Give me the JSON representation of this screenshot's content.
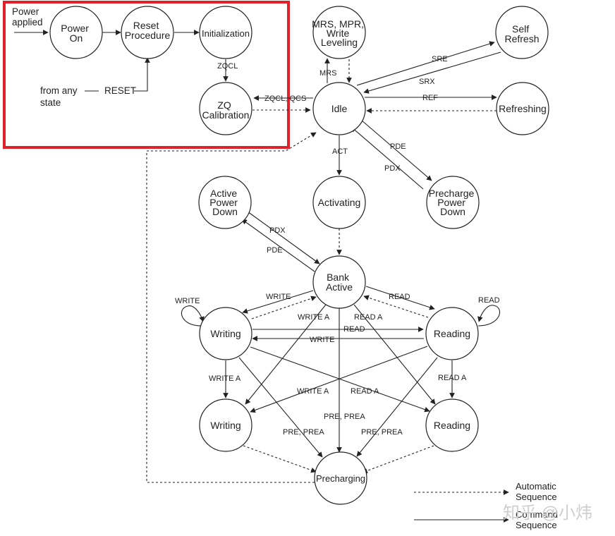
{
  "states": {
    "power_on": [
      "Power",
      "On"
    ],
    "reset_procedure": [
      "Reset",
      "Procedure"
    ],
    "initialization": [
      "Initialization"
    ],
    "zq_calibration": [
      "ZQ",
      "Calibration"
    ],
    "mrs": [
      "MRS, MPR,",
      "Write",
      "Leveling"
    ],
    "self_refresh": [
      "Self",
      "Refresh"
    ],
    "idle": [
      "Idle"
    ],
    "refreshing": [
      "Refreshing"
    ],
    "active_power_down": [
      "Active",
      "Power",
      "Down"
    ],
    "activating": [
      "Activating"
    ],
    "precharge_power_down": [
      "Precharge",
      "Power",
      "Down"
    ],
    "bank_active": [
      "Bank",
      "Active"
    ],
    "writing": [
      "Writing"
    ],
    "reading": [
      "Reading"
    ],
    "writing_ap": [
      "Writing"
    ],
    "reading_ap": [
      "Reading"
    ],
    "precharging": [
      "Precharging"
    ]
  },
  "edge_labels": {
    "zqcl": "ZQCL",
    "zqcl_qcs": "ZQCL, QCS",
    "mrs": "MRS",
    "sre": "SRE",
    "srx": "SRX",
    "ref": "REF",
    "pde": "PDE",
    "pdx": "PDX",
    "act": "ACT",
    "write": "WRITE",
    "read": "READ",
    "write_a": "WRITE A",
    "read_a": "READ A",
    "pre_prea": "PRE, PREA",
    "pre_prea_spaced": "PRE,  PREA"
  },
  "free_text": {
    "power_applied": [
      "Power",
      "applied"
    ],
    "from_any_state": [
      "from any",
      "state"
    ],
    "reset": "RESET"
  },
  "legend": {
    "automatic": [
      "Automatic",
      "Sequence"
    ],
    "command": [
      "Command",
      "Sequence"
    ]
  },
  "highlight_color": "#e0202a",
  "watermark": "知乎 @小炜"
}
